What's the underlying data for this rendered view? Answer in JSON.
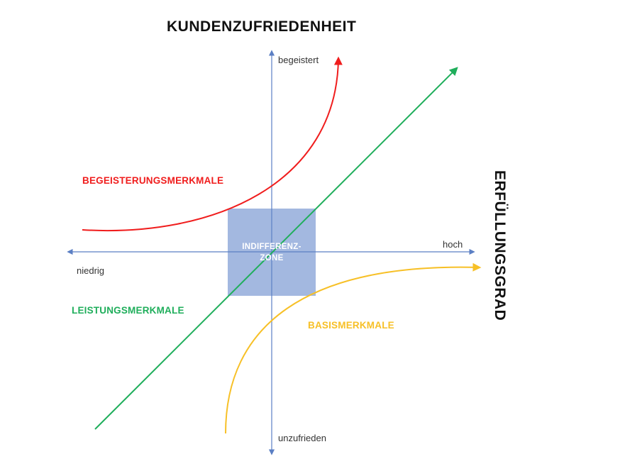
{
  "title_top": "KUNDENZUFRIEDENHEIT",
  "title_right": "ERFÜLLUNGSGRAD",
  "axis": {
    "y_top": "begeistert",
    "y_bottom": "unzufrieden",
    "x_right": "hoch",
    "x_left": "niedrig"
  },
  "zone": {
    "line1": "INDIFFERENZ-",
    "line2": "ZONE"
  },
  "categories": {
    "delight": "BEGEISTERUNGSMERKMALE",
    "performance": "LEISTUNGSMERKMALE",
    "basic": "BASISMERKMALE"
  },
  "colors": {
    "axis": "#5b7fc4",
    "delight": "#f01d1d",
    "performance": "#1fae5b",
    "basic": "#f7c027",
    "zone": "#a3b8e0"
  }
}
